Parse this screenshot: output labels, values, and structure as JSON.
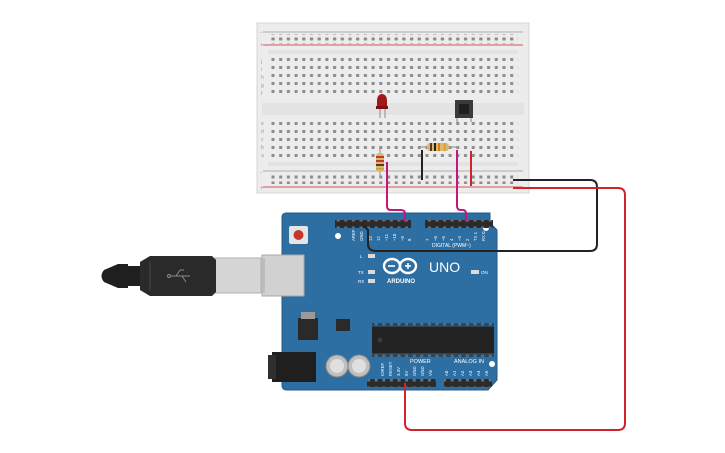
{
  "board": {
    "brand": "ARDUINO",
    "model": "UNO",
    "on_label": "ON",
    "aref_label": "AREF",
    "gnd_label": "GND",
    "digital_label": "DIGITAL (PWM~)",
    "power_label": "POWER",
    "analog_label": "ANALOG IN",
    "led_l": "L",
    "led_tx": "TX",
    "led_rx": "RX",
    "digital_pins": [
      "13",
      "12",
      "~11",
      "~10",
      "~9",
      "8",
      "7",
      "~6",
      "~5",
      "4",
      "~3",
      "2",
      "TX 1",
      "RX 0"
    ],
    "power_pins": [
      "IOREF",
      "RESET",
      "3.3V",
      "5V",
      "GND",
      "GND",
      "Vin"
    ],
    "analog_pins": [
      "A0",
      "A1",
      "A2",
      "A3",
      "A4",
      "A5"
    ]
  },
  "breadboard": {
    "row_letters_top": [
      "j",
      "i",
      "h",
      "g",
      "f"
    ],
    "row_letters_bottom": [
      "e",
      "d",
      "c",
      "b",
      "a"
    ],
    "plus": "+",
    "minus": "-"
  },
  "colors": {
    "board": "#2d6ea3",
    "wire_red": "#d0232a",
    "wire_black": "#222222",
    "wire_magenta": "#c2187b",
    "led": "#a3171a"
  }
}
